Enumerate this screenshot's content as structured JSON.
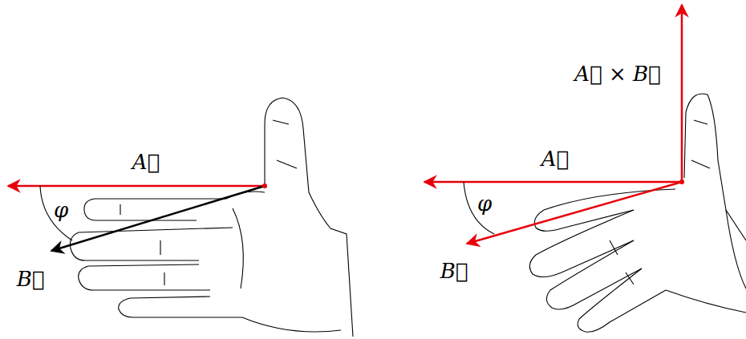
{
  "diagram": {
    "labels": [
      "A⃗",
      "φ",
      "B⃗",
      "A⃗ × B⃗",
      "A⃗",
      "φ",
      "B⃗"
    ]
  }
}
